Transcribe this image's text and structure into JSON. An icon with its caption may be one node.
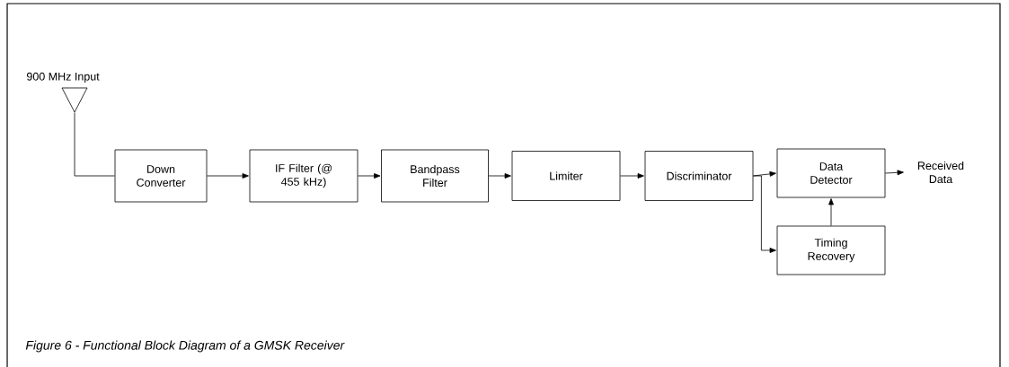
{
  "diagram": {
    "caption": "Figure 6 - Functional Block Diagram of a GMSK Receiver",
    "nodes": [
      {
        "text": [],
        "shape": "triangle",
        "beside": [
          "900 MHz Input"
        ]
      },
      {
        "text": [
          "Down Converter"
        ]
      },
      {
        "text": [
          "IF Filter (@ 455 kHz)"
        ]
      },
      {
        "text": [
          "Bandpass Filter"
        ]
      },
      {
        "text": [
          "Limiter"
        ]
      },
      {
        "text": [
          "Discriminator"
        ]
      },
      {
        "text": [
          "Data Detector"
        ]
      },
      {
        "text": [
          "Timing Recovery"
        ]
      },
      {
        "text": [
          "Received Data"
        ]
      }
    ],
    "edges": [
      {
        "from": 0,
        "to": 1,
        "arrow": "none"
      },
      {
        "from": 1,
        "to": 2,
        "arrow": "to"
      },
      {
        "from": 2,
        "to": 3,
        "arrow": "to"
      },
      {
        "from": 3,
        "to": 4,
        "arrow": "to"
      },
      {
        "from": 4,
        "to": 5,
        "arrow": "to"
      },
      {
        "from": 5,
        "to": 6,
        "arrow": "to"
      },
      {
        "from": 5,
        "to": 7,
        "arrow": "to"
      },
      {
        "from": 7,
        "to": 6,
        "arrow": "to"
      },
      {
        "from": 6,
        "to": 8,
        "arrow": "to"
      }
    ]
  }
}
